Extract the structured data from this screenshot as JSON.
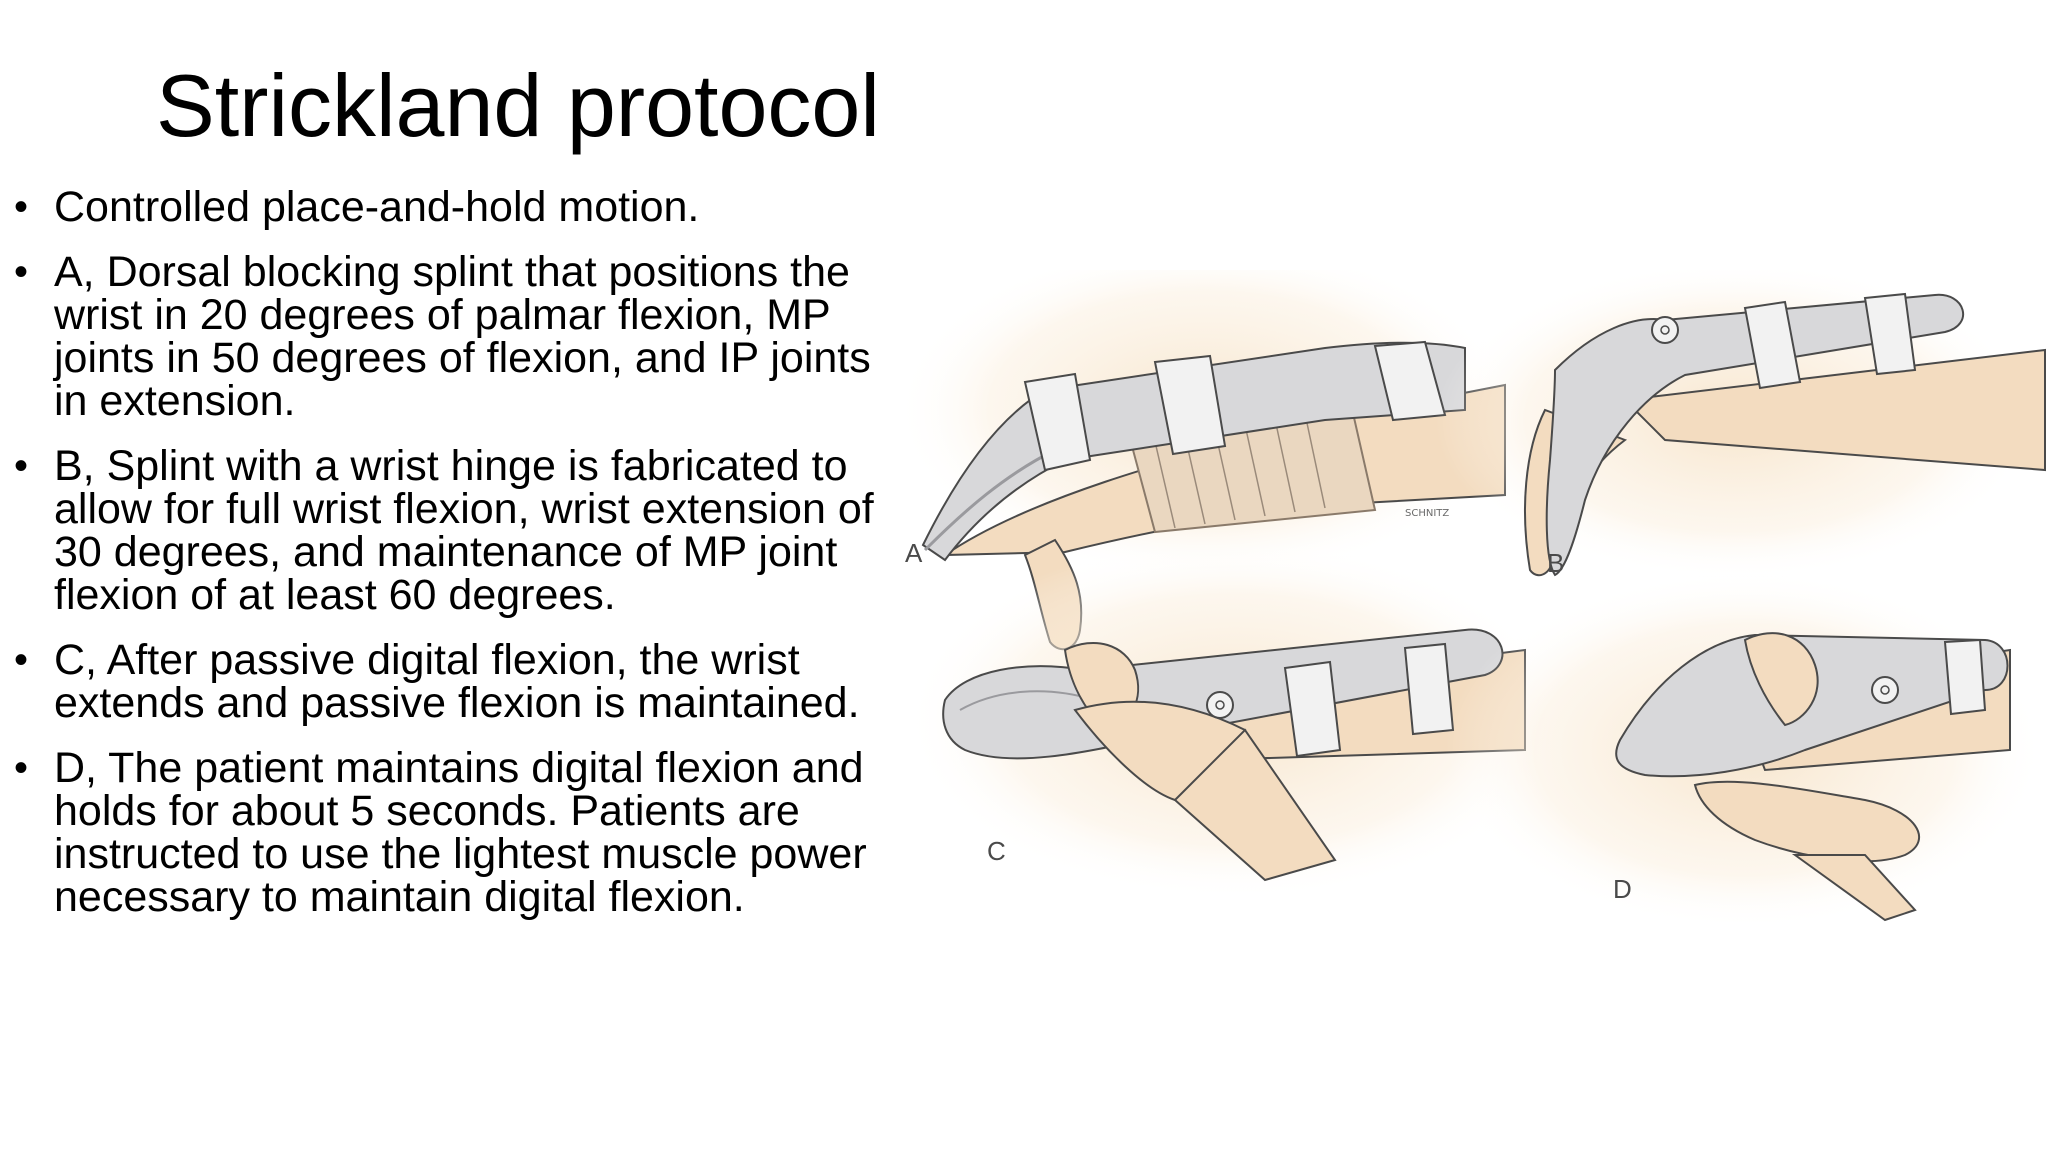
{
  "slide": {
    "title": "Strickland protocol",
    "bullets": [
      "Controlled place-and-hold motion.",
      "A, Dorsal blocking splint that positions the wrist in 20 degrees of palmar flexion, MP joints in 50 degrees of flexion, and IP joints in extension.",
      "B, Splint with a wrist hinge is fabricated to allow for full wrist flexion, wrist extension of 30 degrees, and maintenance of MP joint flexion of at least 60 degrees.",
      "C, After passive digital flexion, the wrist extends and passive flexion is maintained.",
      "D, The patient maintains digital flexion and holds for about 5 seconds. Patients are instructed to use the lightest muscle power necessary to maintain digital flexion."
    ],
    "bullet_symbol": "•"
  },
  "figure": {
    "panel_labels": [
      "A",
      "B",
      "C",
      "D"
    ],
    "artist_signature": "SCHNITZ",
    "colors": {
      "skin": "#f3dcc0",
      "skin_shadow": "#e9c9a4",
      "splint": "#d8d8da",
      "splint_dark": "#9a9a9e",
      "strap": "#f2f2f2",
      "outline": "#4a4a4a"
    }
  }
}
